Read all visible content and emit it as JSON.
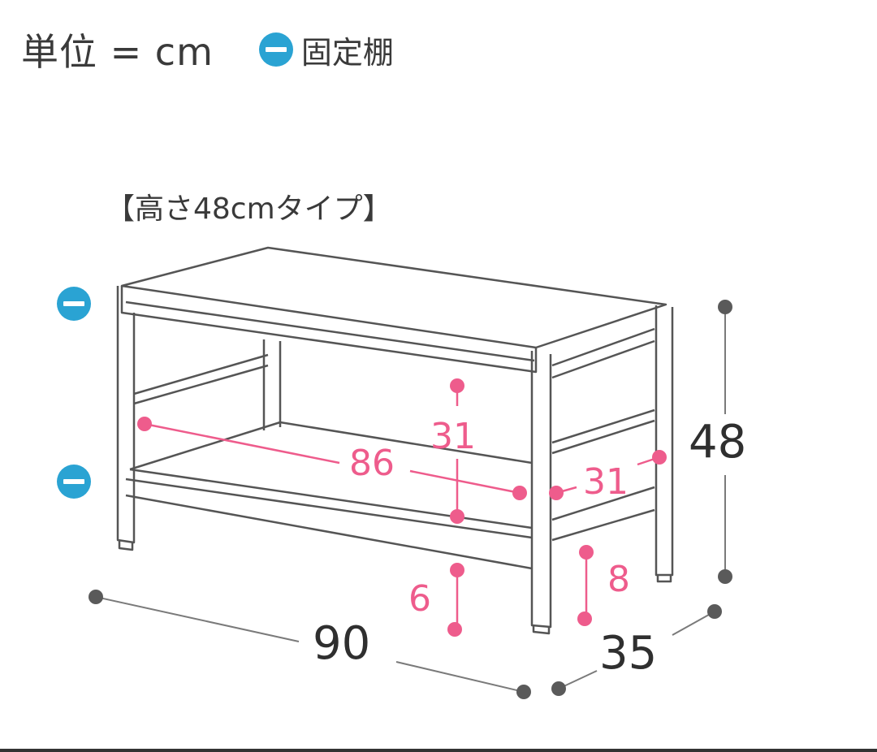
{
  "legend": {
    "unit": "単位 = cm",
    "fixed_shelf_icon": "fixed-shelf-icon",
    "fixed_shelf_label": "固定棚"
  },
  "subtitle": "【高さ48cmタイプ】",
  "colors": {
    "fixed_shelf_blue": "#2aa3d3",
    "inner_dimension_pink": "#ee5c8c",
    "outer_dimension_gray": "#5a5a5a",
    "line_gray": "#555555"
  },
  "dimensions": {
    "outer": {
      "width": "90",
      "depth": "35",
      "height": "48"
    },
    "inner": {
      "shelf_width": "86",
      "shelf_depth": "31",
      "shelf_gap_height": "31",
      "front_floor_clearance": "6",
      "side_floor_clearance": "8"
    }
  },
  "shelf_markers": [
    {
      "name": "top-shelf",
      "icon": "fixed-shelf-icon"
    },
    {
      "name": "bottom-shelf",
      "icon": "fixed-shelf-icon"
    }
  ]
}
